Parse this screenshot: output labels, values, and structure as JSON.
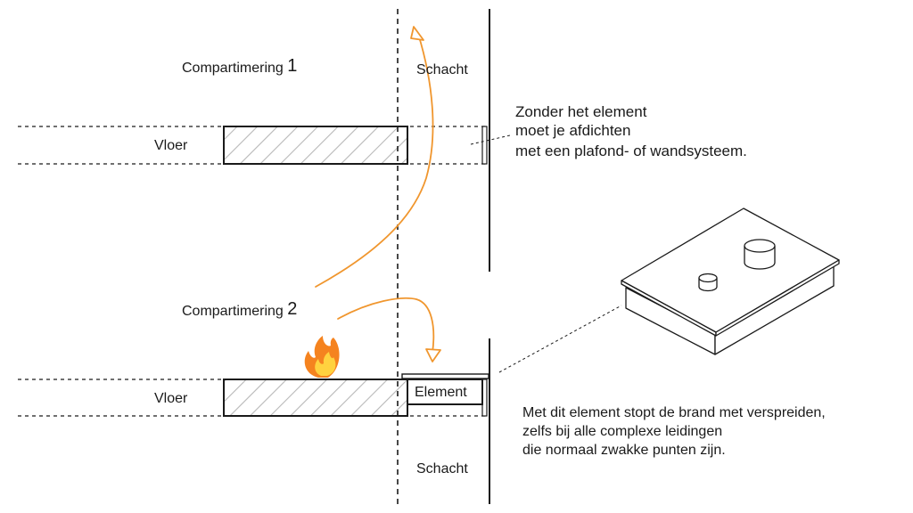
{
  "labels": {
    "compartment_1_text": "Compartimering ",
    "compartment_1_num": "1",
    "compartment_2_text": "Compartimering ",
    "compartment_2_num": "2",
    "floor_top": "Vloer",
    "floor_bottom": "Vloer",
    "shaft_top": "Schacht",
    "shaft_bottom": "Schacht",
    "element": "Element"
  },
  "notes": {
    "without_element": [
      "Zonder het element",
      "moet je afdichten",
      "met een plafond- of wandsysteem."
    ],
    "with_element": [
      "Met dit element stopt de brand met verspreiden,",
      "zelfs bij alle complexe leidingen",
      "die normaal zwakke punten zijn."
    ]
  },
  "colors": {
    "line": "#1a1a1a",
    "arrow": "#f0962e",
    "hatch": "#b8b8b8",
    "flame_outer": "#f5831f",
    "flame_inner": "#ffd23f"
  },
  "icons": [
    "fire-icon"
  ]
}
